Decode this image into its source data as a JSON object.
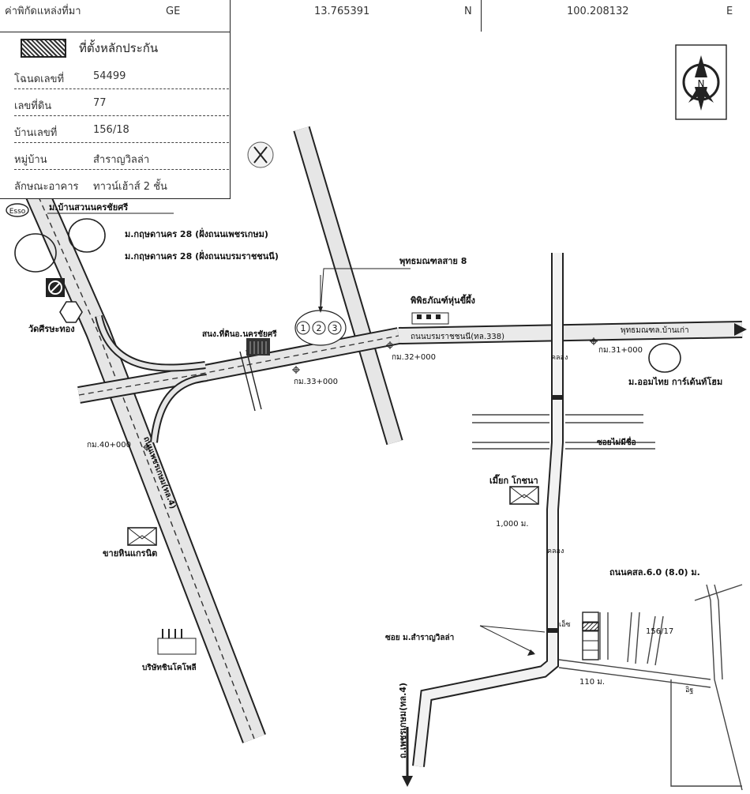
{
  "header": {
    "label": "ค่าพิกัดแหล่งที่มา",
    "source": "GE",
    "lat": "13.765391",
    "lat_dir": "N",
    "lon": "100.208132",
    "lon_dir": "E"
  },
  "legend": {
    "symbol_label": "ที่ตั้งหลักประกัน"
  },
  "info": [
    {
      "label": "โฉนดเลขที่",
      "value": "54499"
    },
    {
      "label": "เลขที่ดิน",
      "value": "77"
    },
    {
      "label": "บ้านเลขที่",
      "value": "156/18"
    },
    {
      "label": "หมู่บ้าน",
      "value": "สำราญวิลล่า"
    },
    {
      "label": "ลักษณะอาคาร",
      "value": "ทาวน์เฮ้าส์ 2 ชั้น"
    }
  ],
  "map": {
    "compass": "N",
    "esso": "Esso",
    "village_suan": "ม.บ้านสวนนครชัยศรี",
    "krisada_1": "ม.กฤษดานคร 28 (ฝั่งถนนเพชรเกษม)",
    "krisada_2": "ม.กฤษดานคร 28 (ฝั่งถนนบรมราชชนนี)",
    "phutthamonthon_8": "พุทธมณฑลสาย 8",
    "museum": "พิพิธภัณฑ์หุ่นขี้ผึ้ง",
    "wat": "วัดศีรษะทอง",
    "land_office": "สนง.ที่ดินอ.นครชัยศรี",
    "num1": "1",
    "num2": "2",
    "num3": "3",
    "km40": "กม.40+000",
    "km33": "กม.33+000",
    "km32": "กม.32+000",
    "km31": "กม.31+000",
    "borommaratchachonnani": "ถนนบรมราชชนนี(ทล.338)",
    "phutthamonthon_sai4": "พุทธมณฑล.บ้านเก่า",
    "canal1": "คลอง",
    "canal2": "คลอง",
    "m_aomthai": "ม.ออมไทย การ์เด้นท์โฮม",
    "soi_maisuea": "ซอยไม่มีชื่อ",
    "advert": "เมี๊ยก โกชนา",
    "dist_1000": "1,000 ม.",
    "granite": "ขายหินแกรนิต",
    "phetkasem_vert": "ถนนเพชรเกษม(ทล.4)",
    "phetkasem_down": "ถ.เพชรเกษม(ทล.4)",
    "dist_road": "ถนนคสล.6.0 (8.0) ม.",
    "soi_samran": "ซอย ม.สำราญวิลล่า",
    "house_156_17": "156/17",
    "dist_110": "110 ม.",
    "company": "บริษัทชินโคโพลี",
    "factory": "อิฐ",
    "house_no_near": "เอ็ซ"
  }
}
